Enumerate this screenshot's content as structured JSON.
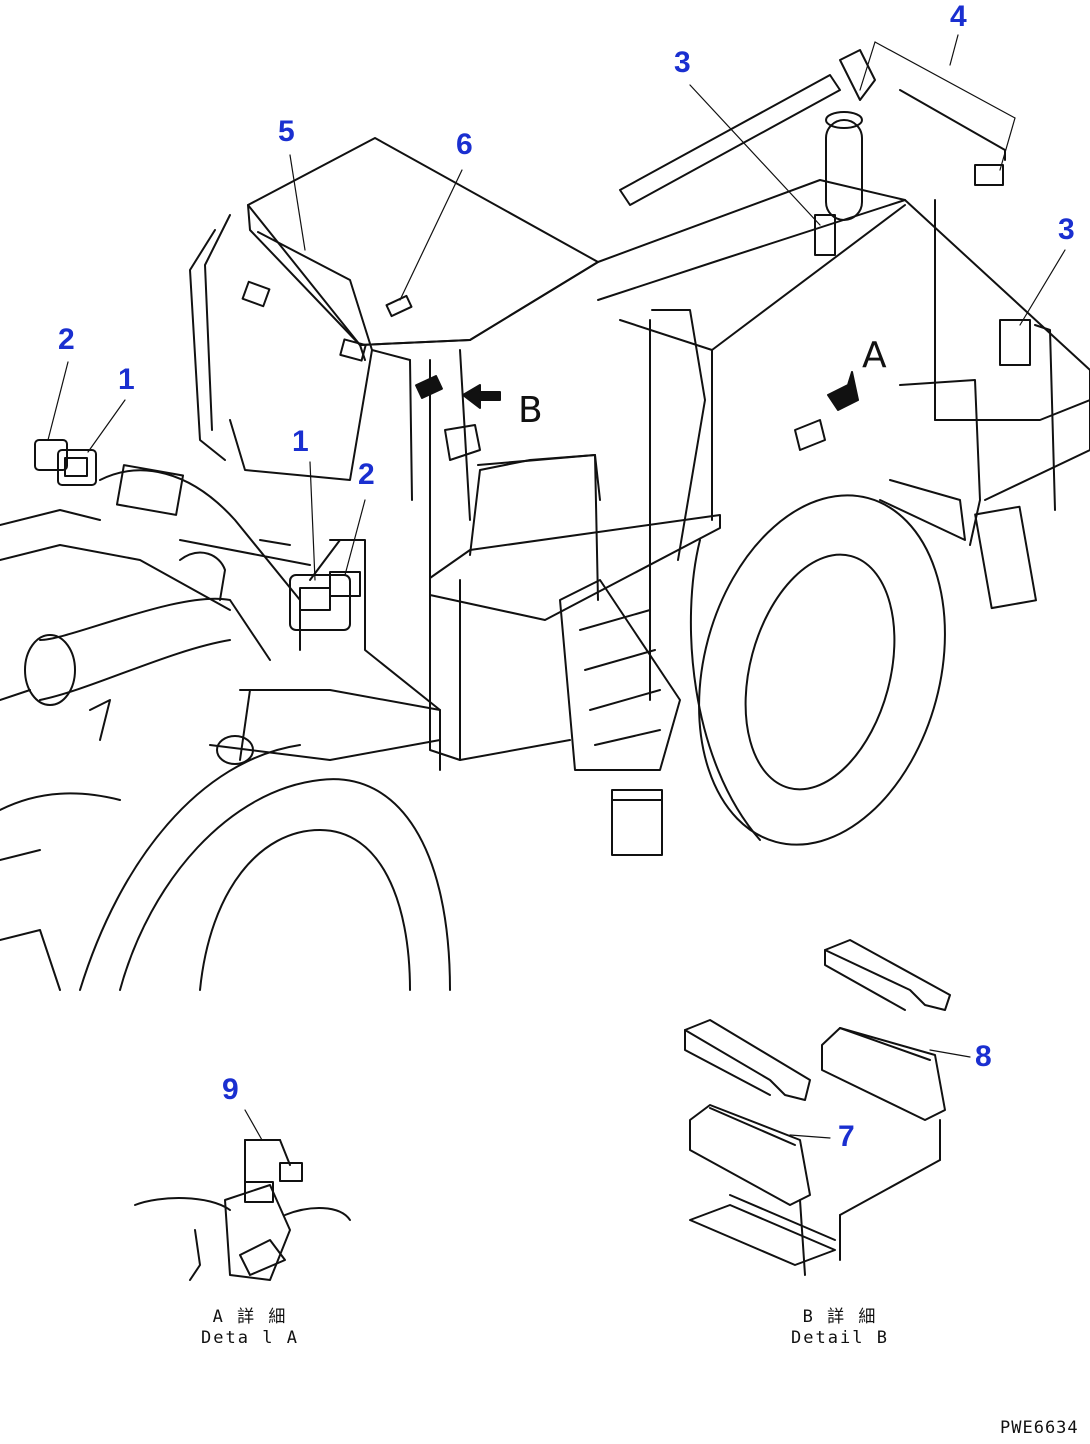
{
  "callouts": [
    {
      "id": "c1a",
      "label": "1"
    },
    {
      "id": "c2a",
      "label": "2"
    },
    {
      "id": "c1b",
      "label": "1"
    },
    {
      "id": "c2b",
      "label": "2"
    },
    {
      "id": "c3a",
      "label": "3"
    },
    {
      "id": "c3b",
      "label": "3"
    },
    {
      "id": "c4",
      "label": "4"
    },
    {
      "id": "c5",
      "label": "5"
    },
    {
      "id": "c6",
      "label": "6"
    },
    {
      "id": "c7",
      "label": "7"
    },
    {
      "id": "c8",
      "label": "8"
    },
    {
      "id": "c9",
      "label": "9"
    }
  ],
  "view_letters": {
    "a": "A",
    "b": "B"
  },
  "detail_a": {
    "jp": "A 詳 細",
    "en": "Deta l A"
  },
  "detail_b": {
    "jp": "B 詳 細",
    "en": "Detail B"
  },
  "drawing_code": "PWE6634",
  "colors": {
    "callout": "#1a2fd0",
    "line": "#111111"
  }
}
